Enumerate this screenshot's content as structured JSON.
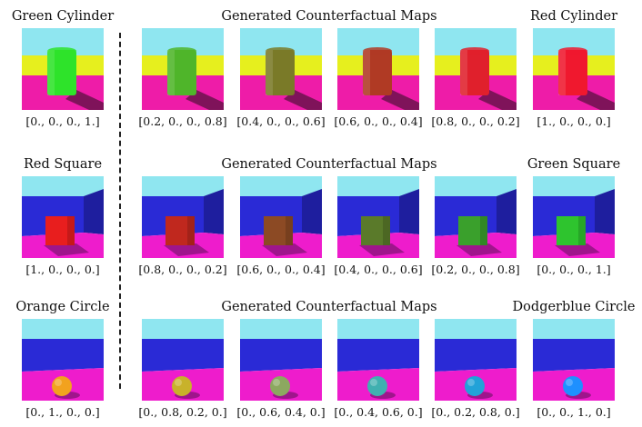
{
  "rows": [
    {
      "scene": "cylinder",
      "source": {
        "title": "Green Cylinder",
        "vector": "[0., 0., 0., 1.]",
        "color": "#2ee32a"
      },
      "middle_title": "Generated Counterfactual Maps",
      "maps": [
        {
          "vector": "[0.2, 0., 0., 0.8]",
          "color": "#4fb52a"
        },
        {
          "vector": "[0.4, 0., 0., 0.6]",
          "color": "#7a7a28"
        },
        {
          "vector": "[0.6, 0., 0., 0.4]",
          "color": "#b03a24"
        },
        {
          "vector": "[0.8, 0., 0., 0.2]",
          "color": "#e0202c"
        }
      ],
      "target": {
        "title": "Red Cylinder",
        "vector": "[1., 0., 0., 0.]",
        "color": "#f0182e"
      }
    },
    {
      "scene": "square",
      "source": {
        "title": "Red Square",
        "vector": "[1., 0., 0., 0.]",
        "color": "#e81e1e"
      },
      "middle_title": "Generated Counterfactual Maps",
      "maps": [
        {
          "vector": "[0.8, 0., 0., 0.2]",
          "color": "#c0281e"
        },
        {
          "vector": "[0.6, 0., 0., 0.4]",
          "color": "#8c4a24"
        },
        {
          "vector": "[0.4, 0., 0., 0.6]",
          "color": "#5a7a2a"
        },
        {
          "vector": "[0.2, 0., 0., 0.8]",
          "color": "#3aa02c"
        }
      ],
      "target": {
        "title": "Green Square",
        "vector": "[0., 0., 0., 1.]",
        "color": "#2ec42e"
      }
    },
    {
      "scene": "circle",
      "source": {
        "title": "Orange Circle",
        "vector": "[0., 1., 0., 0.]",
        "color": "#f2a21e"
      },
      "middle_title": "Generated Counterfactual Maps",
      "maps": [
        {
          "vector": "[0., 0.8, 0.2, 0.]",
          "color": "#c8b22a"
        },
        {
          "vector": "[0., 0.6, 0.4, 0.]",
          "color": "#8ca860"
        },
        {
          "vector": "[0., 0.4, 0.6, 0.]",
          "color": "#40b0b0"
        },
        {
          "vector": "[0., 0.2, 0.8, 0.]",
          "color": "#22a2d8"
        }
      ],
      "target": {
        "title": "Dodgerblue Circle",
        "vector": "[0., 0., 1., 0.]",
        "color": "#1e90ff"
      }
    }
  ]
}
